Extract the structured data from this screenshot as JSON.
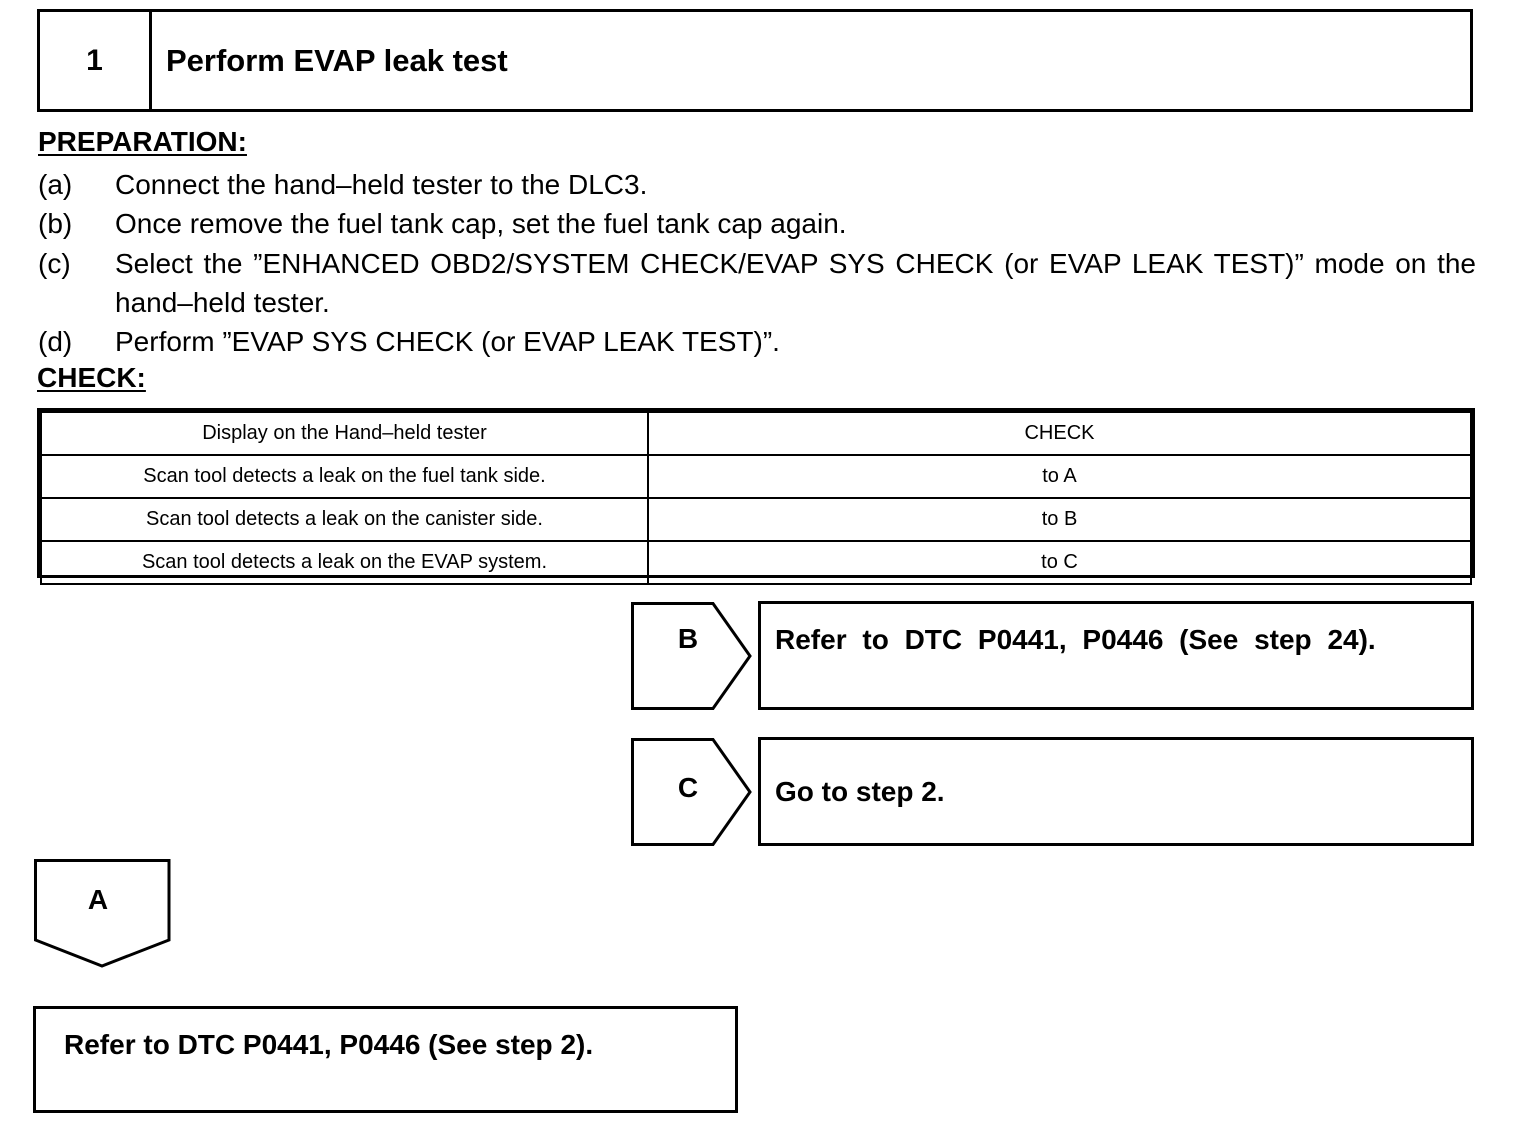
{
  "step": {
    "number": "1",
    "title": "Perform EVAP leak test"
  },
  "preparation": {
    "heading": "PREPARATION:",
    "items": [
      {
        "marker": "(a)",
        "text": "Connect the hand–held tester to the DLC3."
      },
      {
        "marker": "(b)",
        "text": "Once remove the fuel tank cap, set the fuel tank cap again."
      },
      {
        "marker": "(c)",
        "text": "Select the ”ENHANCED OBD2/SYSTEM CHECK/EVAP SYS CHECK (or EVAP LEAK TEST)” mode on the hand–held tester."
      },
      {
        "marker": "(d)",
        "text": "Perform ”EVAP SYS CHECK (or EVAP LEAK TEST)”."
      }
    ]
  },
  "check": {
    "heading": "CHECK:",
    "table": {
      "headers": [
        "Display on the Hand–held tester",
        "CHECK"
      ],
      "rows": [
        [
          "Scan tool detects a leak on the fuel tank side.",
          "to A"
        ],
        [
          "Scan tool detects a leak on the canister side.",
          "to B"
        ],
        [
          "Scan tool detects a leak on the EVAP system.",
          "to C"
        ]
      ]
    }
  },
  "results": {
    "b": {
      "label": "B",
      "text": "Refer to DTC P0441, P0446 (See step 24)."
    },
    "c": {
      "label": "C",
      "text": "Go to step 2."
    },
    "a": {
      "label": "A",
      "text": "Refer to DTC P0441, P0446 (See step 2)."
    }
  }
}
